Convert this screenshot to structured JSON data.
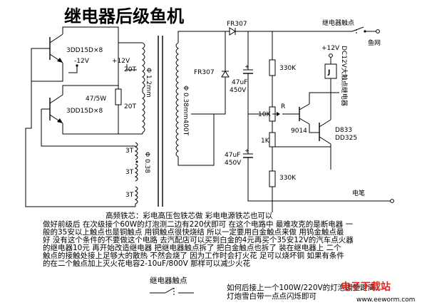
{
  "title": "继电器后级鱼机",
  "labels": {
    "q_top": "3DD15D×8",
    "q_bot": "3DD15D×8",
    "neg12": "-12V",
    "pos12_l": "+12V",
    "t20_top": "20T",
    "t20_bot": "20T",
    "r47": "47/5W",
    "wire_1_2": "Φ 1.2mm",
    "wire_038": "Φ 0.38mm400T",
    "wire_038b": "Φ 0.38",
    "t3_a": "3T",
    "t3_b": "3T",
    "t3_c": "3T",
    "fr307_top": "FR307",
    "fr307_mid": "FR307",
    "c1": "47uF",
    "c1v": "450V",
    "c2": "47uF",
    "c2v": "450V",
    "r330_top": "330K",
    "r330_bot": "330K",
    "r10k": "10K",
    "r1k": "1K",
    "pot_r": "R",
    "relay_contact": "继电器触点",
    "pos12_r": "+12V",
    "relay_j": "J",
    "relay_desc": "DC12V大触点继电器",
    "fishnet": "鱼网",
    "q9014": "9014",
    "d833": "D833",
    "dd325": "DD325",
    "electrode": "电笔"
  },
  "notes": [
    "高频铁芯：彩电高压包铁芯做  彩电电源铁芯也可以",
    "做好前级后 在次级接个60W的灯泡测二边有220伏即可 在这个电路中 最难攻克的是断电器 一",
    "般的35安以上触点也是铜触点 用铜触点很快烧结 所以一定要用白金触点来做 用钨金触点最",
    "好 没有这个条件的不要做这个电路 去汽配店可以买到白金的4元再买个35安12V的汽车点火器",
    "的继电器10元 再开始改造继电器 把继电器触点拆了 把白金触点也拆了 装在继电器上 二个",
    "触点的接触处接上足够大的散热 不然会烧了 因为工作时会打火花 足可以烧坏铜 如果有条件",
    "的在二个触点加上灭火花电容2-10uF/800V 那样可以减少火花"
  ],
  "bottom": {
    "relay_contact_label": "继电器触点",
    "note1": "如何后接上一个100W/220V的灯泡调整距离",
    "note2": "灯炮雪白带一点点闪烁即可"
  },
  "watermark": {
    "logo": "电子下载站",
    "url": "www.eeworm.com"
  }
}
